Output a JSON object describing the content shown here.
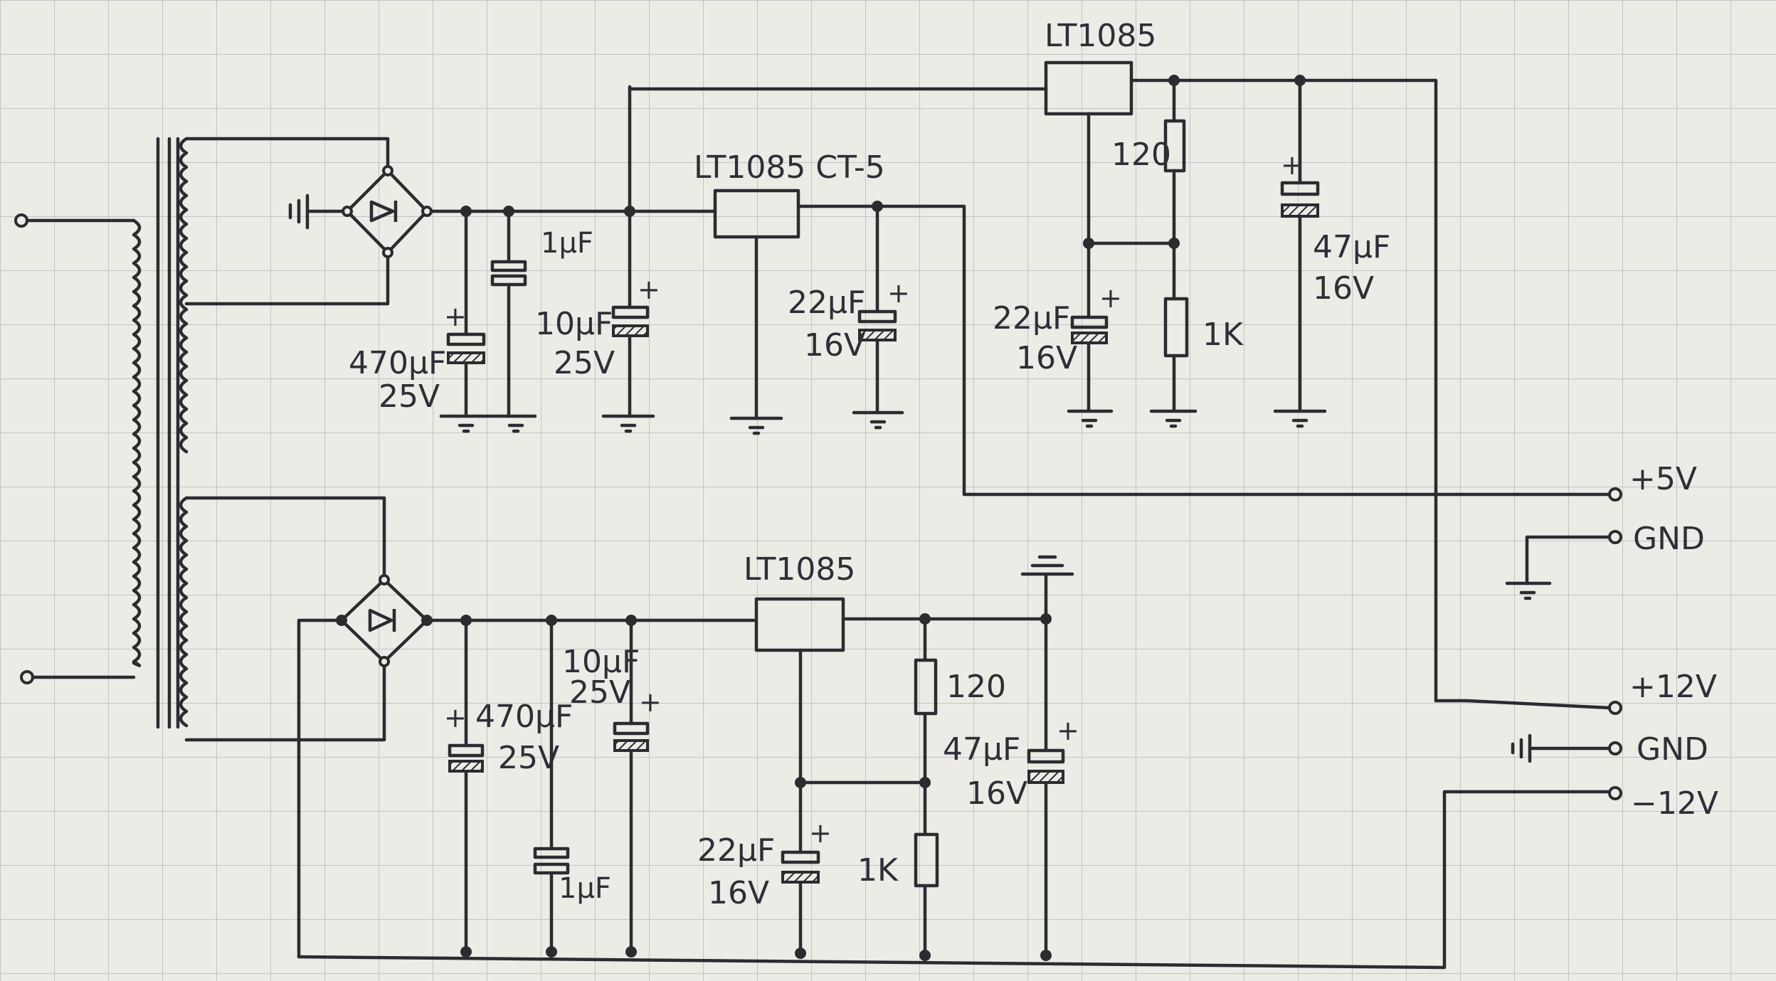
{
  "regulators": {
    "top_main": "LT1085",
    "fixed_5v": "LT1085 CT-5",
    "bottom_main": "LT1085"
  },
  "capacitors": {
    "c_470_top_value": "470μF",
    "c_470_top_voltage": "25V",
    "c_1u_top": "1μF",
    "c_10_top_value": "10μF",
    "c_10_top_voltage": "25V",
    "c_22_mid_value": "22μF",
    "c_22_mid_voltage": "16V",
    "c_22_right_value": "22μF",
    "c_22_right_voltage": "16V",
    "c_47_top_value": "47μF",
    "c_47_top_voltage": "16V",
    "c_470_bot_value": "470μF",
    "c_470_bot_voltage": "25V",
    "c_10_bot_value": "10μF",
    "c_10_bot_voltage": "25V",
    "c_1u_bot": "1μF",
    "c_22_bot_value": "22μF",
    "c_22_bot_voltage": "16V",
    "c_47_bot_value": "47μF",
    "c_47_bot_voltage": "16V"
  },
  "resistors": {
    "r_top_120": "120",
    "r_top_1k": "1K",
    "r_bot_120": "120",
    "r_bot_1k": "1K"
  },
  "outputs": {
    "plus5": "+5V",
    "gnd1": "GND",
    "plus12": "+12V",
    "gnd2": "GND",
    "minus12": "−12V"
  },
  "polarity_mark": "+",
  "colors": {
    "ink": "#2b2b30",
    "paper": "#ecebe6",
    "grid": "#c2c3c4"
  }
}
